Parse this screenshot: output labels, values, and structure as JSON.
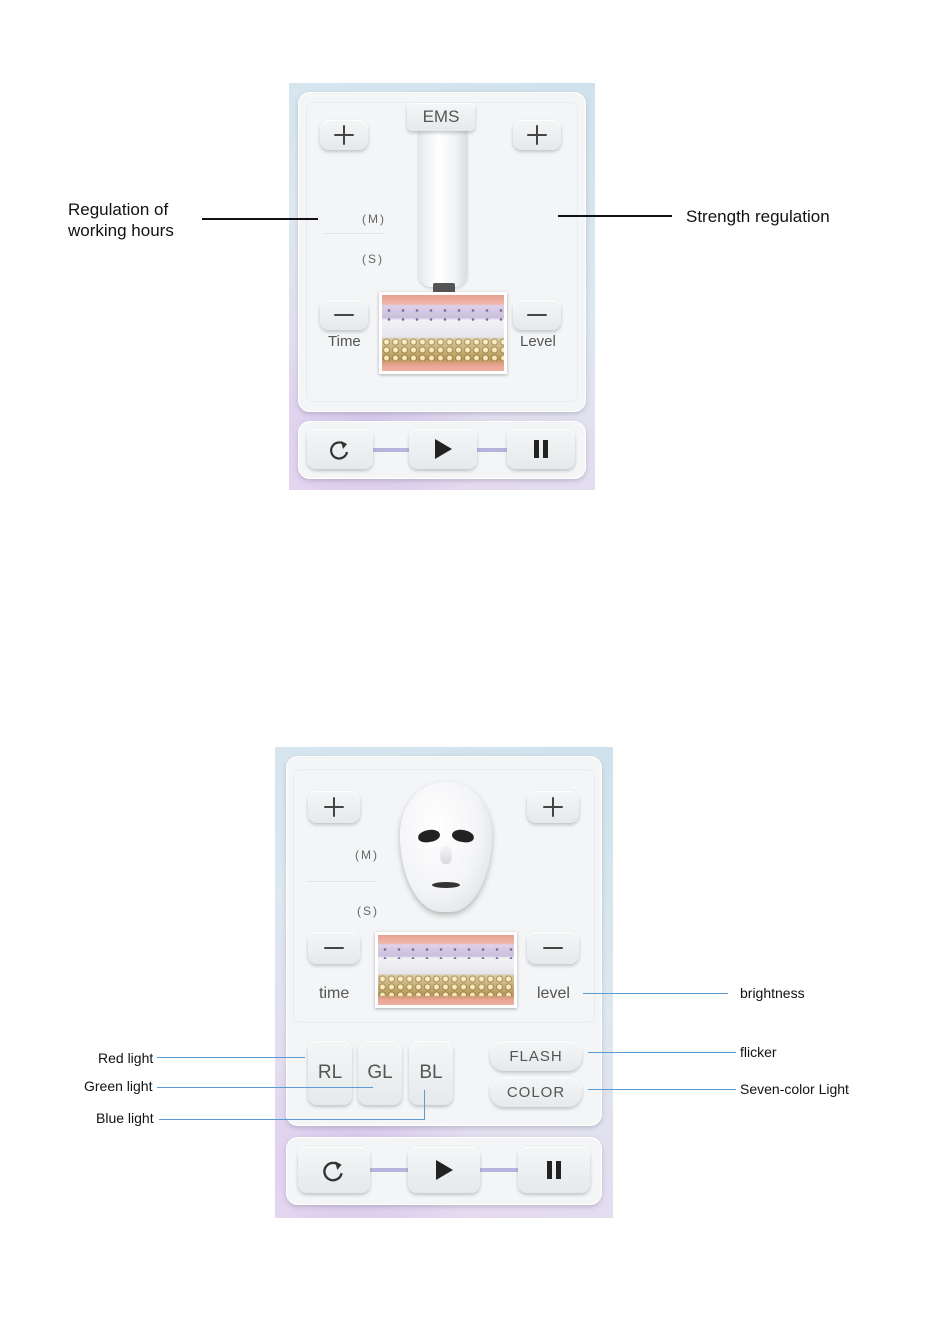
{
  "ems_panel": {
    "mode_label": "EMS",
    "time_label": "Time",
    "level_label": "Level",
    "unit_minutes": "(M)",
    "unit_seconds": "(S)",
    "annotation_left": "Regulation of\nworking hours",
    "annotation_right": "Strength regulation"
  },
  "led_panel": {
    "time_label": "time",
    "level_label": "level",
    "unit_minutes": "(M)",
    "unit_seconds": "(S)",
    "rl_label": "RL",
    "gl_label": "GL",
    "bl_label": "BL",
    "flash_label": "FLASH",
    "color_label": "COLOR",
    "annotations": {
      "brightness": "brightness",
      "flicker": "flicker",
      "seven_color": "Seven-color Light",
      "red": "Red light",
      "green": "Green light",
      "blue": "Blue light"
    }
  },
  "icons": {
    "plus": "plus-icon",
    "minus": "minus-icon",
    "reset": "reset-icon",
    "play": "play-icon",
    "pause": "pause-icon"
  }
}
